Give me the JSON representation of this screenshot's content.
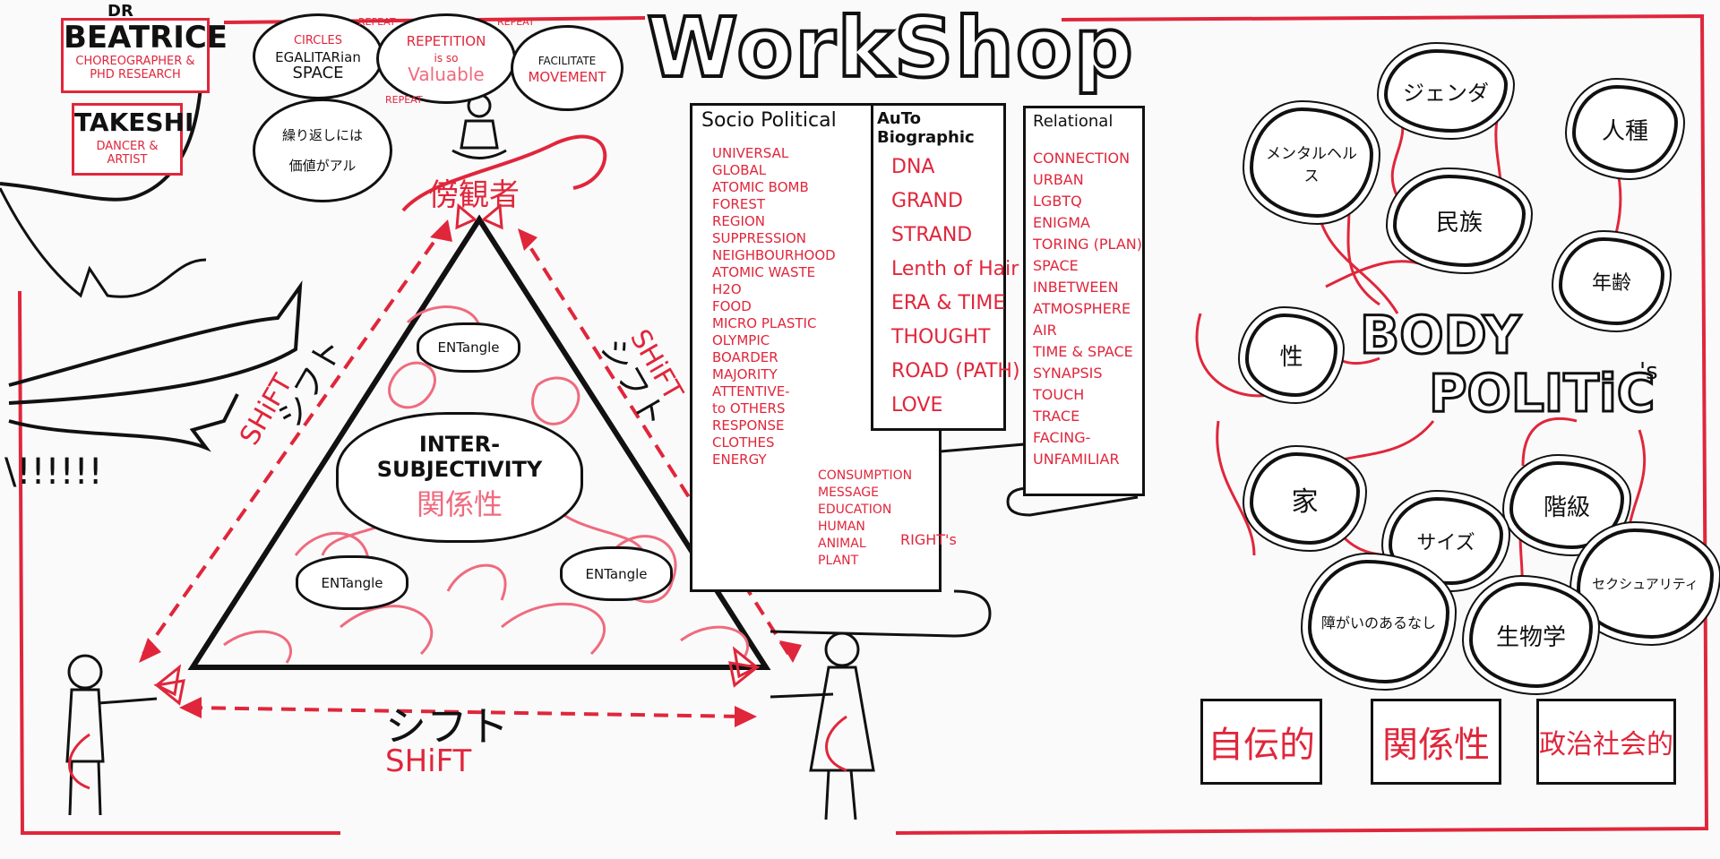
{
  "title": "WorkShop",
  "people": {
    "beatrice": {
      "prefix": "DR",
      "name": "BEATRICE",
      "role": "CHOREOGRAPHER & PHD RESEARCH"
    },
    "takeshi": {
      "name": "TAKESHI",
      "role_line1": "DANCER &",
      "role_line2": "ARTIST"
    }
  },
  "bubbles": {
    "circles": {
      "line1": "CIRCLES",
      "line2": "EGALITARian",
      "line3": "SPACE"
    },
    "repetition": {
      "line1": "REPETITION",
      "line2": "is so",
      "line3": "Valuable"
    },
    "facilitate": {
      "line1": "FACILITATE",
      "line2": "MOVEMENT"
    },
    "jp_repeat": {
      "line1": "繰り返しには",
      "line2": "価値がアル"
    },
    "repeat_word": "REPEAT"
  },
  "triangle": {
    "top_label": "傍観者",
    "center_en": "INTER-SUBJECTIVITY",
    "center_jp": "関係性",
    "entangle": "ENTangle",
    "shift_en": "SHiFT",
    "shift_jp": "シフト"
  },
  "columns": {
    "socio": {
      "header": "Socio Political",
      "items": [
        "UNIVERSAL",
        "GLOBAL",
        "ATOMIC BOMB",
        "FOREST",
        "REGION",
        "SUPPRESSION",
        "NEIGHBOURHOOD",
        "ATOMIC WASTE",
        "H2O",
        "FOOD",
        "MICRO PLASTIC",
        "OLYMPIC",
        "BOARDER",
        "MAJORITY",
        "ATTENTIVE-",
        "to OTHERS",
        "RESPONSE",
        "CLOTHES",
        "ENERGY"
      ],
      "items_right": [
        "CONSUMPTION",
        "MESSAGE",
        "EDUCATION",
        "HUMAN",
        "ANIMAL",
        "PLANT"
      ],
      "rights": "RIGHT's"
    },
    "auto": {
      "header": "AuTo Biographic",
      "items": [
        "DNA",
        "GRAND",
        "STRAND",
        "Lenth of Hair",
        "ERA & TIME",
        "THOUGHT",
        "ROAD (PATH)",
        "LOVE"
      ]
    },
    "relational": {
      "header": "Relational",
      "items": [
        "CONNECTION",
        "URBAN",
        "LGBTQ",
        "ENIGMA",
        "TORING (PLAN)",
        "SPACE",
        "INBETWEEN",
        "ATMOSPHERE",
        "AIR",
        "TIME & SPACE",
        "SYNAPSIS",
        "TOUCH",
        "TRACE",
        "FACING-",
        "UNFAMILIAR"
      ]
    }
  },
  "body_politics": {
    "line1": "BODY",
    "line2": "POLITiC",
    "suffix": "'s",
    "blobs": [
      "メンタルヘルス",
      "ジェンダ",
      "人種",
      "民族",
      "年齢",
      "性",
      "家",
      "階級",
      "サイズ",
      "セクシュアリティ",
      "障がいのあるなし",
      "生物学"
    ]
  },
  "bottom_scrolls": [
    "自伝的",
    "関係性",
    "政治社会的"
  ],
  "colors": {
    "red": "#e0263b",
    "pink": "#ef6b7e",
    "ink": "#111111"
  }
}
